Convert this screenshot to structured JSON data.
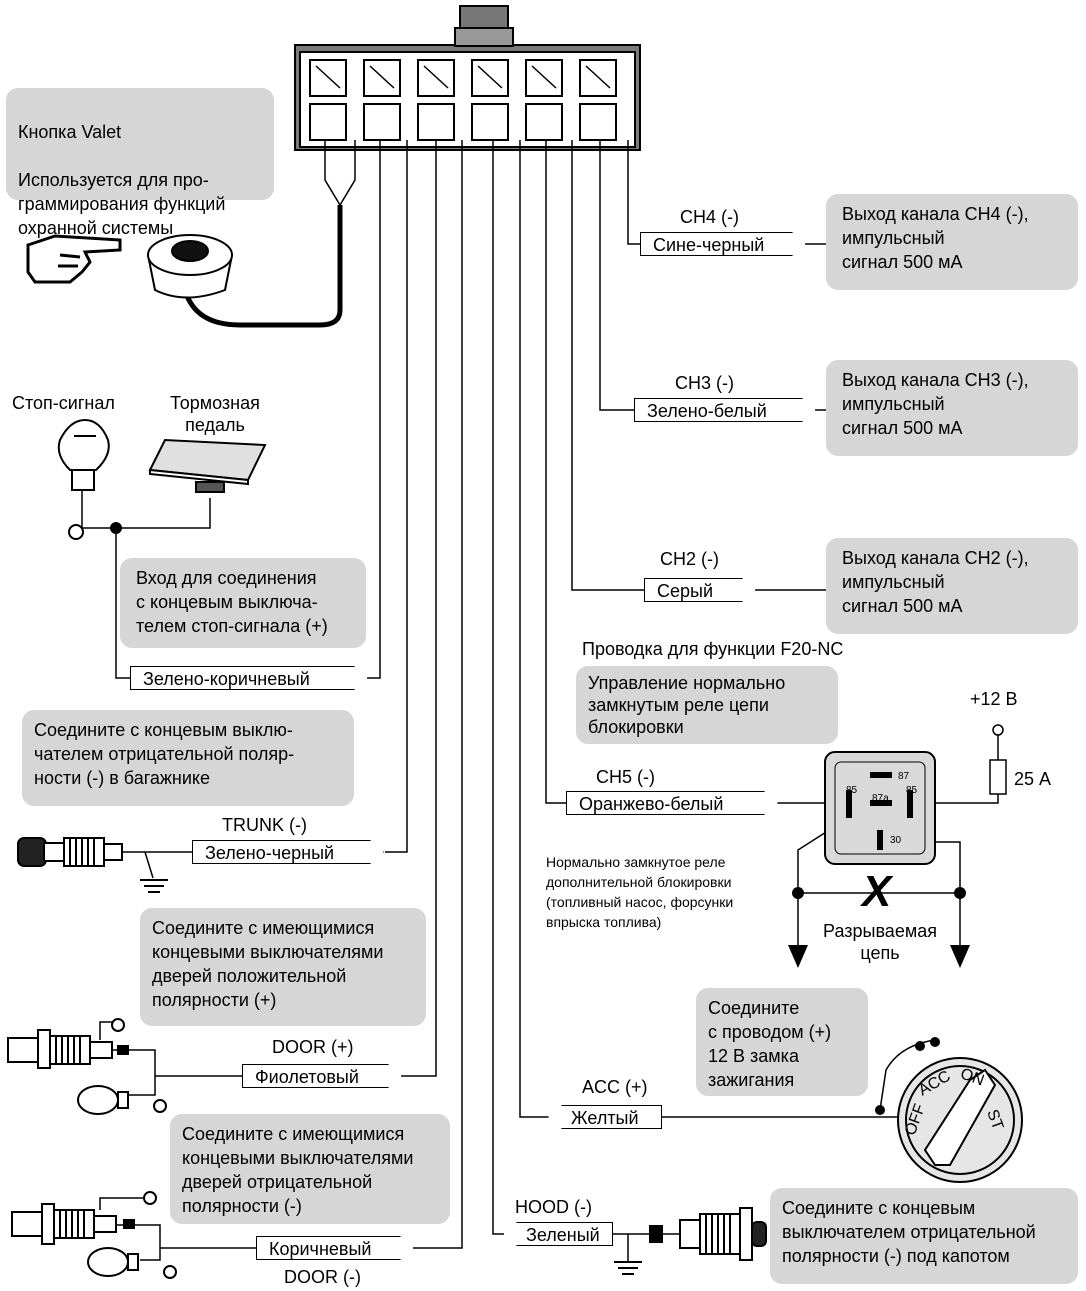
{
  "valet": {
    "title": "Кнопка Valet",
    "desc": "Используется для про-\nграммирования функций\nохранной системы"
  },
  "brake": {
    "stop_label": "Стоп-сигнал",
    "pedal_label": "Тормозная\nпедаль",
    "note": "Вход для соединения\nс концевым выключа-\nтелем стоп-сигнала (+)",
    "wire": "Зелено-коричневый"
  },
  "trunk": {
    "note": "Соедините с концевым выклю-\nчателем отрицательной поляр-\nности (-) в багажнике",
    "signal": "TRUNK (-)",
    "wire": "Зелено-черный"
  },
  "door_pos": {
    "note": "Соедините с имеющимися\nконцевыми выключателями\nдверей положительной\nполярности (+)",
    "signal": "DOOR (+)",
    "wire": "Фиолетовый"
  },
  "door_neg": {
    "note": "Соедините с имеющимися\nконцевыми выключателями\nдверей отрицательной\nполярности (-)",
    "signal": "DOOR (-)",
    "wire": "Коричневый"
  },
  "ch4": {
    "signal": "CH4 (-)",
    "wire": "Сине-черный",
    "note": "Выход канала CH4 (-),\nимпульсный\nсигнал 500 мА"
  },
  "ch3": {
    "signal": "CH3 (-)",
    "wire": "Зелено-белый",
    "note": "Выход канала CH3 (-),\nимпульсный\nсигнал 500 мА"
  },
  "ch2": {
    "signal": "CH2 (-)",
    "wire": "Серый",
    "note": "Выход канала CH2 (-),\nимпульсный\nсигнал 500 мА"
  },
  "ch5": {
    "heading": "Проводка для функции F20-NC",
    "note": "Управление нормально\nзамкнутым реле цепи\nблокировки",
    "signal": "CH5 (-)",
    "wire": "Оранжево-белый",
    "relay_desc": "Нормально замкнутое реле\nдополнительной блокировки\n(топливный насос, форсунки\nвпрыска топлива)",
    "break_label": "Разрываемая\nцепь",
    "plus12": "+12 В",
    "fuse": "25 А",
    "pins": {
      "p85a": "85",
      "p87": "87",
      "p87a": "87a",
      "p85b": "85",
      "p30": "30"
    },
    "cross": "X"
  },
  "acc": {
    "note": "Соедините\nс проводом (+)\n12 В замка\nзажигания",
    "signal": "ACC (+)",
    "wire": "Желтый",
    "ign_positions": {
      "off": "OFF",
      "acc": "ACC",
      "on": "ON",
      "st": "ST"
    }
  },
  "hood": {
    "signal": "HOOD (-)",
    "wire": "Зеленый",
    "note": "Соедините с концевым\nвыключателем отрицательной\nполярности (-) под капотом"
  }
}
